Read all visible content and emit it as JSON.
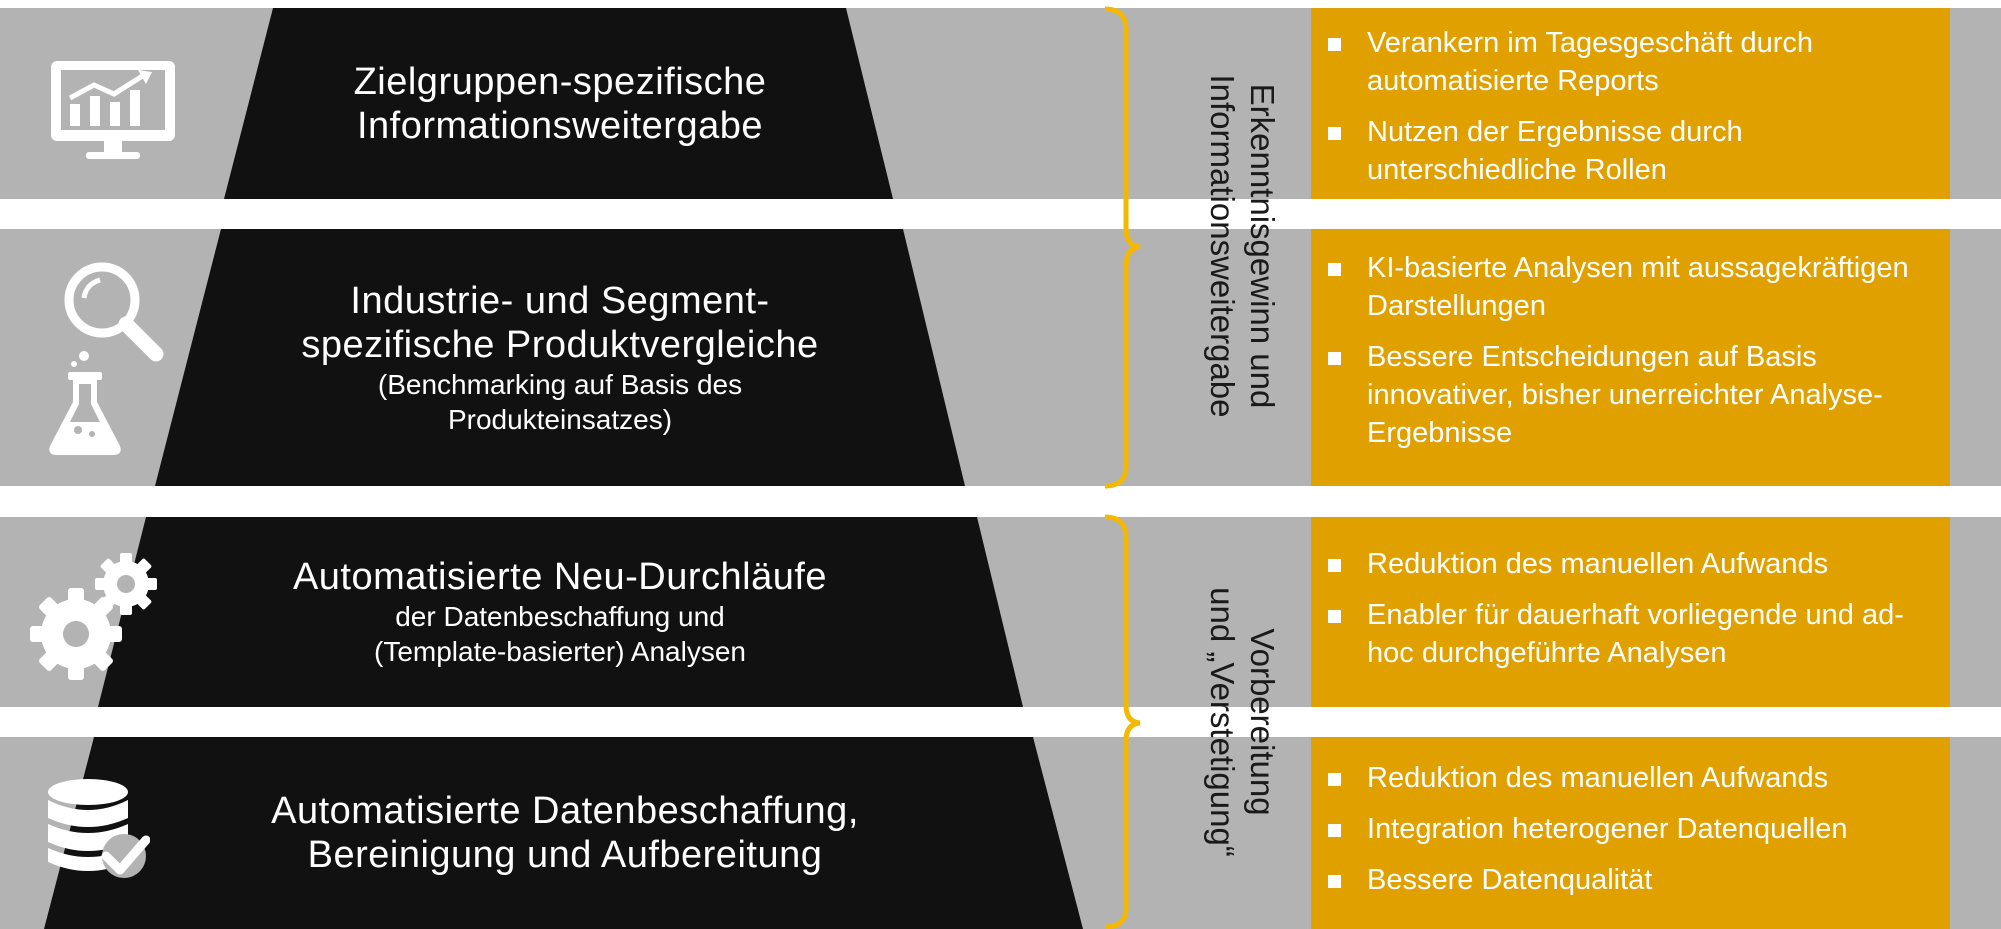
{
  "colors": {
    "band": "#b3b3b3",
    "trapezoid": "#111111",
    "panel": "#e0a000",
    "brace": "#f5b800",
    "text_dark": "#1a1a1a"
  },
  "levels": [
    {
      "title": "Zielgruppen-spezifische\nInformationsweitergabe",
      "subtitle": "",
      "icon": "monitor-chart-icon",
      "bullets": [
        "Verankern im Tagesgeschäft durch automatisierte Reports",
        "Nutzen der Ergebnisse durch unterschiedliche Rollen"
      ]
    },
    {
      "title": "Industrie- und Segment-\nspezifische Produktvergleiche",
      "subtitle": "(Benchmarking auf Basis des\nProdukteinsatzes)",
      "icon": "magnifier-flask-icon",
      "bullets": [
        "KI-basierte Analysen mit aussagekräftigen Darstellungen",
        "Bessere Entscheidungen auf Basis innovativer, bisher unerreichter Analyse-Ergebnisse"
      ]
    },
    {
      "title": "Automatisierte Neu-Durchläufe",
      "subtitle": "der Datenbeschaffung und\n(Template-basierter) Analysen",
      "icon": "gears-icon",
      "bullets": [
        "Reduktion des manuellen Aufwands",
        "Enabler für dauerhaft vorliegende und ad-hoc durchgeführte Analysen"
      ]
    },
    {
      "title": "Automatisierte Datenbeschaffung,\nBereinigung und Aufbereitung",
      "subtitle": "",
      "icon": "database-check-icon",
      "bullets": [
        "Reduktion des manuellen Aufwands",
        "Integration heterogener Datenquellen",
        "Bessere Datenqualität"
      ]
    }
  ],
  "groups": [
    {
      "label": "Erkenntnisgewinn und\nInformationsweitergabe"
    },
    {
      "label": "Vorbereitung\nund „Verstetigung“"
    }
  ]
}
